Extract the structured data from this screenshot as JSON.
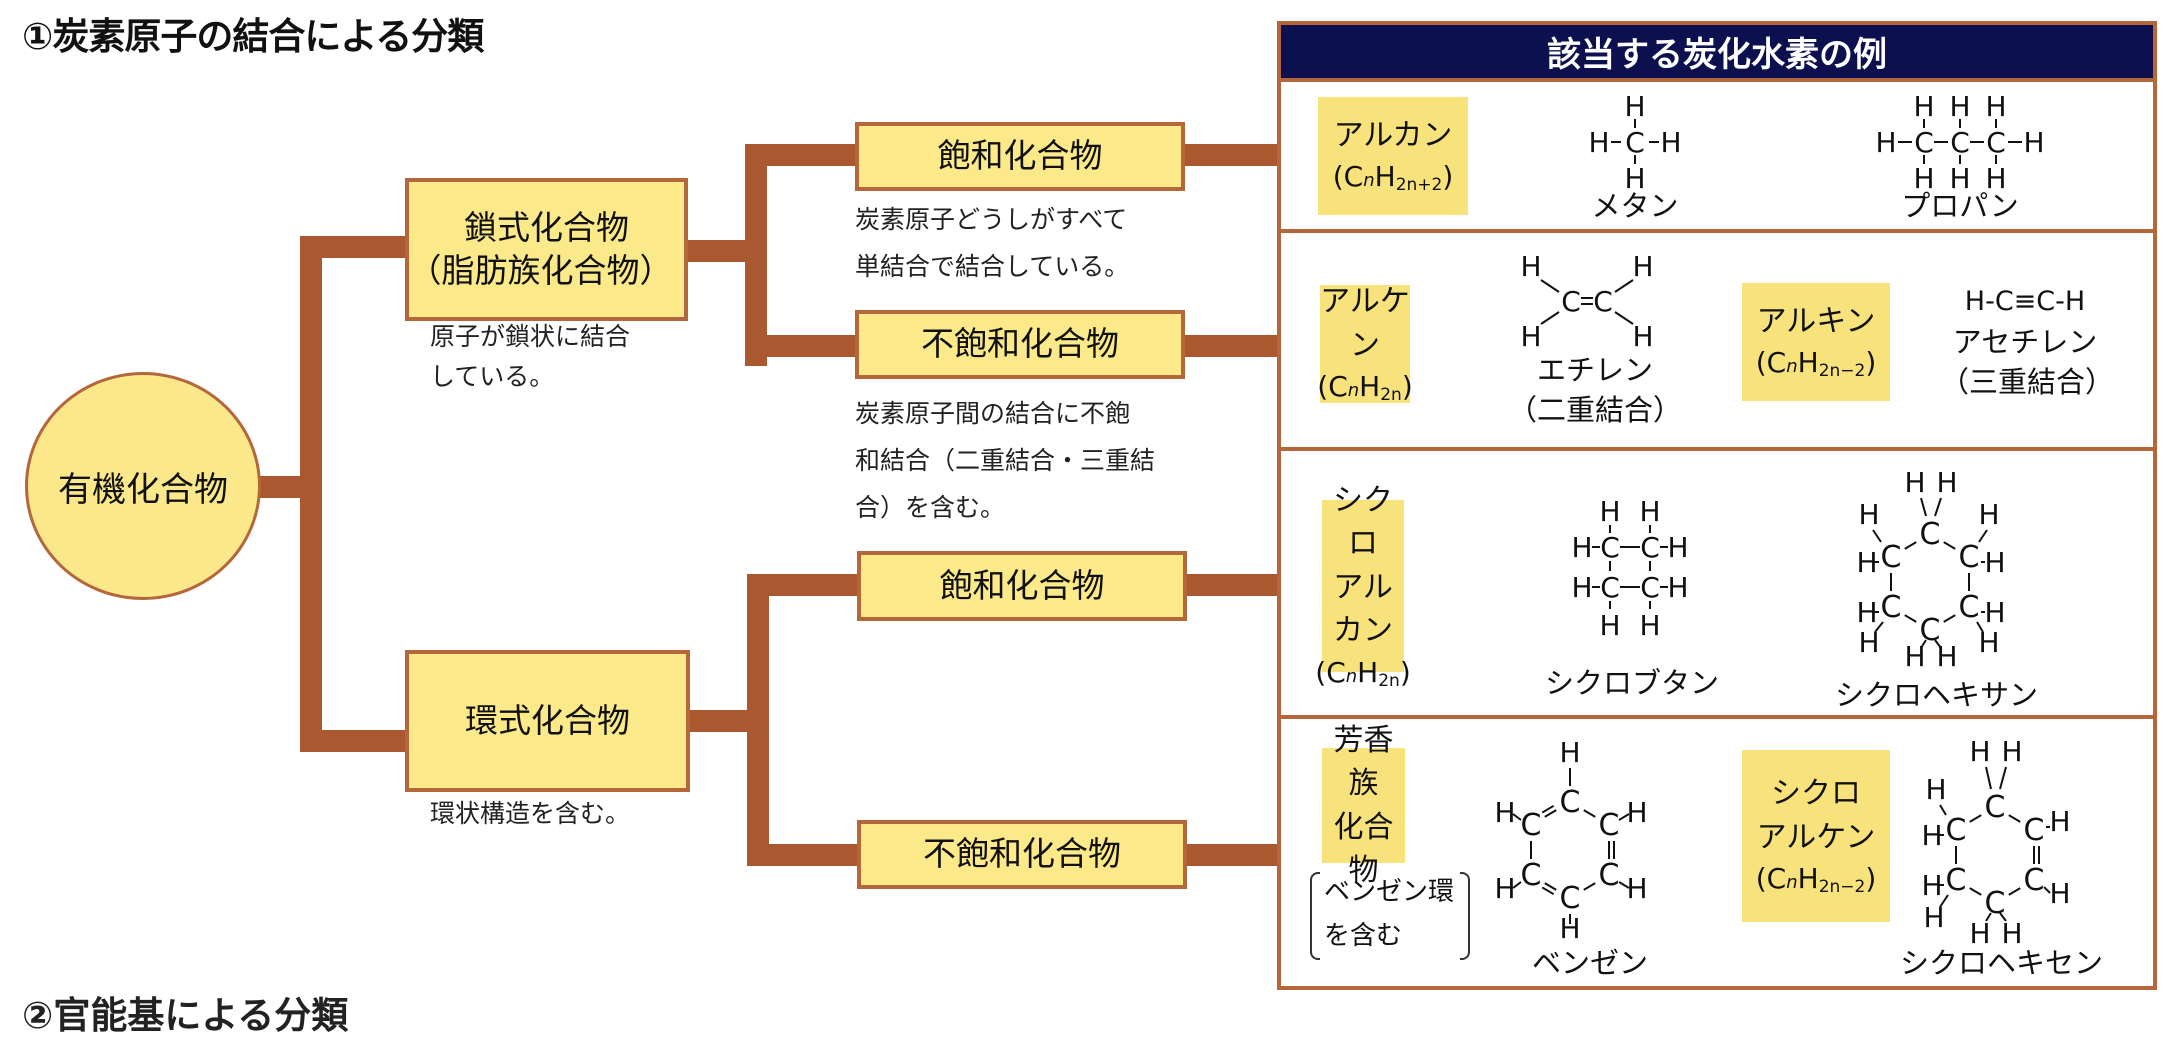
{
  "title": "①炭素原子の結合による分類",
  "next_title": "②官能基による分類",
  "colors": {
    "connector": "#a9582f",
    "box_fill": "#fbe98a",
    "box_border": "#b5673c",
    "panel_header": "#0d104f",
    "label_fill": "#f8e27c"
  },
  "tree": {
    "root": "有機化合物",
    "chain": {
      "label_line1": "鎖式化合物",
      "label_line2": "（脂肪族化合物）",
      "note_line1": "原子が鎖状に結合",
      "note_line2": "している。",
      "saturated": {
        "label": "飽和化合物",
        "note_line1": "炭素原子どうしがすべて",
        "note_line2": "単結合で結合している。"
      },
      "unsaturated": {
        "label": "不飽和化合物",
        "note_line1": "炭素原子間の結合に不飽",
        "note_line2": "和結合（二重結合・三重結",
        "note_line3": "合）を含む。"
      }
    },
    "cyclic": {
      "label": "環式化合物",
      "note": "環状構造を含む。",
      "saturated": {
        "label": "飽和化合物"
      },
      "unsaturated": {
        "label": "不飽和化合物"
      }
    }
  },
  "panel": {
    "header": "該当する炭化水素の例",
    "rows": [
      {
        "groups": [
          {
            "name": "アルカン",
            "formula": {
              "c": "C",
              "n": "n",
              "h": "H",
              "sub": "2n+2"
            },
            "examples": [
              {
                "name": "メタン"
              },
              {
                "name": "プロパン"
              }
            ]
          }
        ]
      },
      {
        "groups": [
          {
            "name": "アルケン",
            "formula": {
              "c": "C",
              "n": "n",
              "h": "H",
              "sub": "2n"
            },
            "examples": [
              {
                "name": "エチレン",
                "bond": "（二重結合）"
              }
            ]
          },
          {
            "name": "アルキン",
            "formula": {
              "c": "C",
              "n": "n",
              "h": "H",
              "sub": "2n−2"
            },
            "examples": [
              {
                "name": "アセチレン",
                "structure": "H-C≡C-H",
                "bond": "（三重結合）"
              }
            ]
          }
        ]
      },
      {
        "groups": [
          {
            "name_line1": "シクロ",
            "name_line2": "アルカン",
            "formula": {
              "c": "C",
              "n": "n",
              "h": "H",
              "sub": "2n"
            },
            "examples": [
              {
                "name": "シクロブタン"
              },
              {
                "name": "シクロヘキサン"
              }
            ]
          }
        ]
      },
      {
        "groups": [
          {
            "name_line1": "芳香族",
            "name_line2": "化合物",
            "note_line1": "ベンゼン環",
            "note_line2": "を含む",
            "examples": [
              {
                "name": "ベンゼン"
              }
            ]
          },
          {
            "name_line1": "シクロ",
            "name_line2": "アルケン",
            "formula": {
              "c": "C",
              "n": "n",
              "h": "H",
              "sub": "2n−2"
            },
            "examples": [
              {
                "name": "シクロヘキセン"
              }
            ]
          }
        ]
      }
    ]
  },
  "atoms": {
    "h": "H",
    "c": "C"
  }
}
